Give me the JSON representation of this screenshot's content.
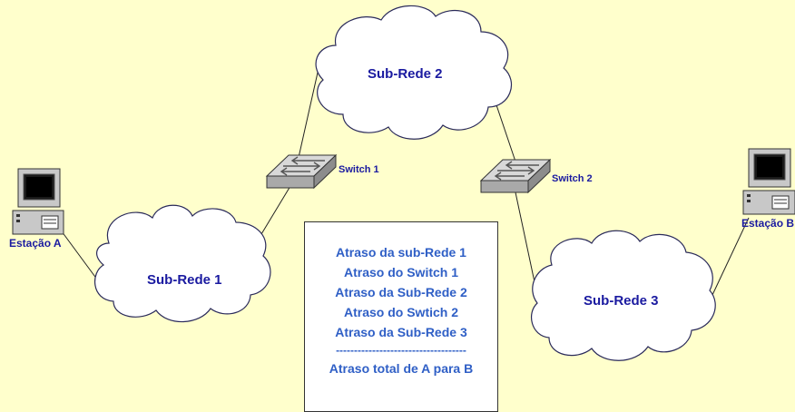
{
  "colors": {
    "background": "#ffffcc",
    "label": "#1a1aa0",
    "box_text": "#2f5fc6",
    "cloud_fill": "#ffffff",
    "cloud_stroke": "#2a2a5a"
  },
  "clouds": [
    {
      "id": "subnet-1",
      "label": "Sub-Rede 1"
    },
    {
      "id": "subnet-2",
      "label": "Sub-Rede 2"
    },
    {
      "id": "subnet-3",
      "label": "Sub-Rede 3"
    }
  ],
  "switches": [
    {
      "id": "switch-1",
      "label": "Switch 1",
      "icon": "network-switch-icon"
    },
    {
      "id": "switch-2",
      "label": "Switch 2",
      "icon": "network-switch-icon"
    }
  ],
  "stations": [
    {
      "id": "station-a",
      "label": "Estação A",
      "icon": "computer-icon"
    },
    {
      "id": "station-b",
      "label": "Estação B",
      "icon": "computer-icon"
    }
  ],
  "delay_box": {
    "lines": [
      "Atraso da sub-Rede 1",
      "Atraso do Switch 1",
      "Atraso da Sub-Rede 2",
      "Atraso do Swtich 2",
      "Atraso da Sub-Rede 3"
    ],
    "separator": "------------------------------------",
    "total": "Atraso total de A para B"
  }
}
